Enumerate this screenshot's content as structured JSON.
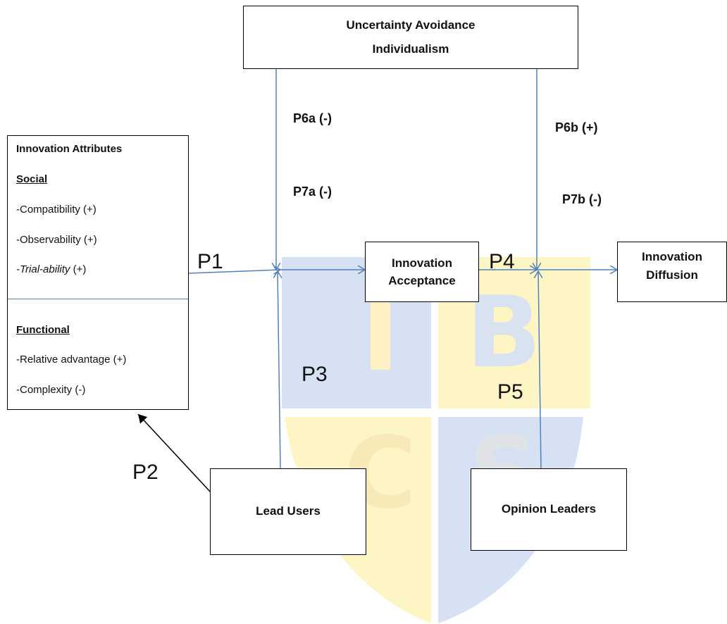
{
  "top_box": {
    "line1": "Uncertainty Avoidance",
    "line2": "Individualism"
  },
  "attributes_box": {
    "title": "Innovation Attributes",
    "social_heading": "Social",
    "compatibility": "-Compatibility (+)",
    "observability": "-Observability (+)",
    "trialability_name": "Trial-ability",
    "trialability_sign": " (+)",
    "trialability_prefix": "-",
    "functional_heading": "Functional",
    "relative_advantage": "-Relative advantage (+)",
    "complexity": "-Complexity (-)"
  },
  "acceptance_box": {
    "line1": "Innovation",
    "line2": "Acceptance"
  },
  "diffusion_box": {
    "line1": "Innovation",
    "line2": "Diffusion"
  },
  "lead_users_box": {
    "label": "Lead Users"
  },
  "opinion_leaders_box": {
    "label": "Opinion Leaders"
  },
  "propositions": {
    "p1": "P1",
    "p2": "P2",
    "p3": "P3",
    "p4": "P4",
    "p5": "P5",
    "p6a": "P6a (-)",
    "p7a": "P7a (-)",
    "p6b": "P6b (+)",
    "p7b": "P7b (-)"
  },
  "watermark": {
    "letters": [
      "I",
      "B",
      "C",
      "S"
    ],
    "colors": {
      "blue": "#d6e1f3",
      "yellow": "#fdf6c4"
    }
  },
  "colors": {
    "arrow": "#4f81bd",
    "border": "#000000"
  }
}
